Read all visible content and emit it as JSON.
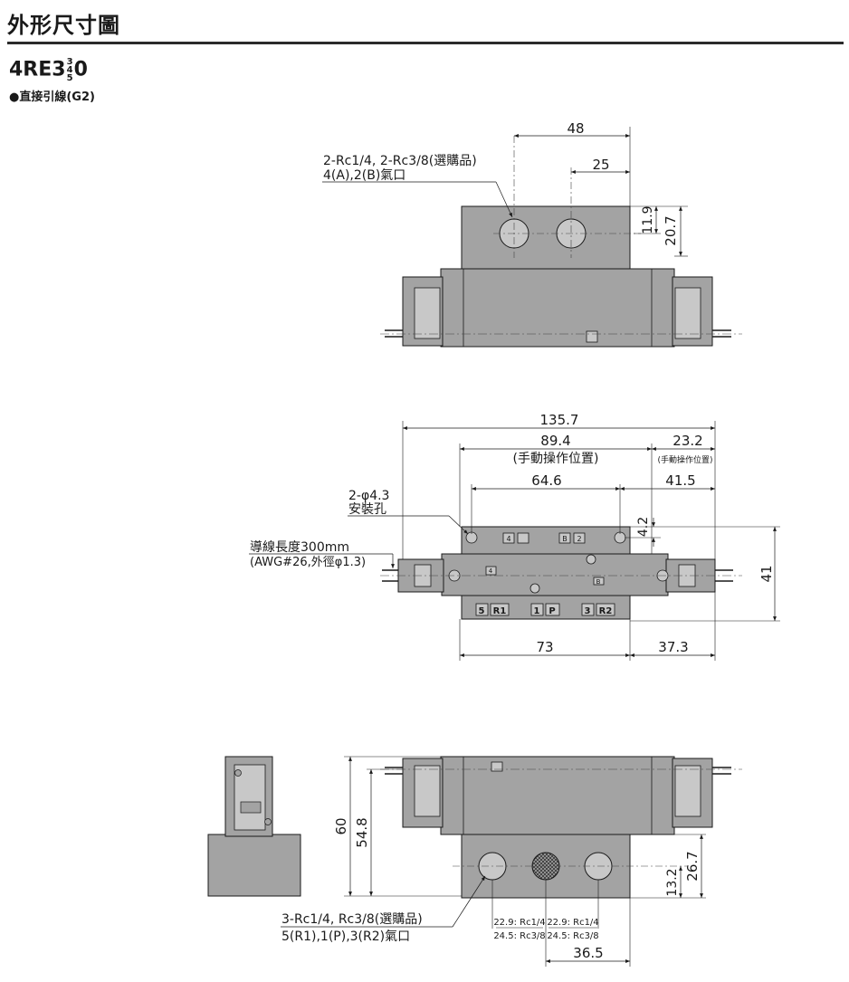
{
  "header": {
    "title": "外形尺寸圖",
    "model_prefix": "4RE3",
    "model_frac_top": "3",
    "model_frac_mid": "4",
    "model_frac_bot": "5",
    "model_suffix": "0",
    "wiring": "●直接引線(G2)"
  },
  "top_view": {
    "port_label_1": "2-Rc1/4, 2-Rc3/8(選購品)",
    "port_label_2": "4(A),2(B)氣口",
    "dim_48": "48",
    "dim_25": "25",
    "dim_11_9": "11.9",
    "dim_20_7": "20.7"
  },
  "plan_view": {
    "dim_135_7": "135.7",
    "dim_89_4": "89.4",
    "manual_op": "(手動操作位置)",
    "dim_23_2": "23.2",
    "manual_op_small": "(手動操作位置)",
    "dim_64_6": "64.6",
    "dim_41_5": "41.5",
    "mount_label_1": "2-φ4.3",
    "mount_label_2": "安裝孔",
    "dim_4_2": "4.2",
    "lead_label_1": "導線長度300mm",
    "lead_label_2": "(AWG#26,外徑φ1.3)",
    "dim_41": "41",
    "dim_73": "73",
    "dim_37_3": "37.3",
    "marks": {
      "m1": "4",
      "m2": "B",
      "m3": "2",
      "m4": "4",
      "m5": "B"
    },
    "port_5": "5",
    "port_r1": "R1",
    "port_1": "1",
    "port_p": "P",
    "port_3": "3",
    "port_r2": "R2"
  },
  "side_view": {
    "dim_60": "60",
    "dim_54_8": "54.8",
    "dim_13_2": "13.2",
    "dim_26_7": "26.7",
    "port_label_1": "3-Rc1/4, Rc3/8(選購品)",
    "port_label_2": "5(R1),1(P),3(R2)氣口",
    "small_1a": "22.9: Rc1/4",
    "small_1b": "24.5: Rc3/8",
    "small_2a": "22.9: Rc1/4",
    "small_2b": "24.5: Rc3/8",
    "dim_36_5": "36.5"
  },
  "colors": {
    "body": "#a3a3a3",
    "light": "#c8c8c8",
    "dark": "#6e6e6e",
    "line": "#1a1a1a"
  }
}
